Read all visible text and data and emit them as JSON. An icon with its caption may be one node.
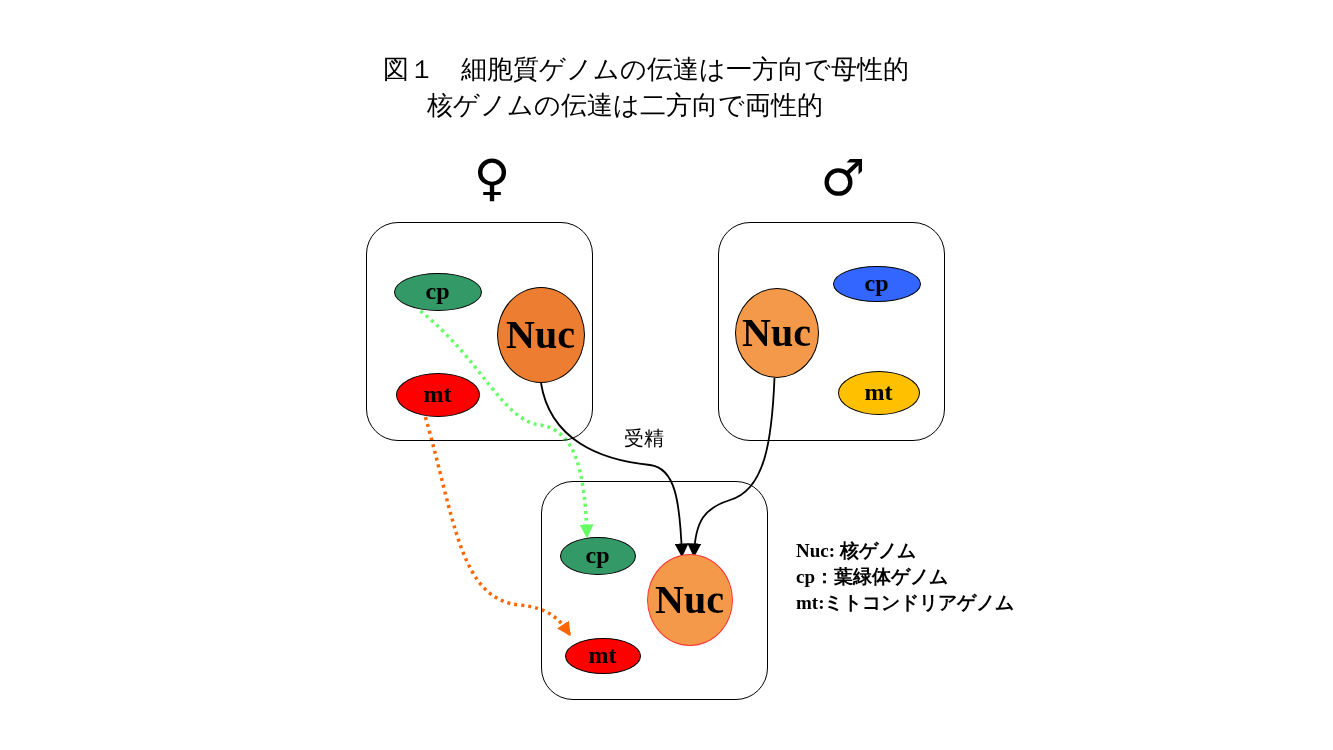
{
  "diagram": {
    "title": "図１　細胞質ゲノムの伝達は一方向で母性的",
    "nodes": [
      {
        "text": [],
        "shape": "box",
        "beside": [
          "♀"
        ]
      },
      {
        "text": [
          "cp"
        ],
        "in": 0
      },
      {
        "text": [
          "Nuc"
        ],
        "in": 0
      },
      {
        "text": [
          "mt"
        ],
        "in": 0
      },
      {
        "text": [],
        "shape": "box",
        "beside": [
          "♂"
        ]
      },
      {
        "text": [
          "cp"
        ],
        "in": 4
      },
      {
        "text": [
          "Nuc"
        ],
        "in": 4
      },
      {
        "text": [
          "mt"
        ],
        "in": 4
      },
      {
        "text": [],
        "shape": "box"
      },
      {
        "text": [
          "cp"
        ],
        "in": 8
      },
      {
        "text": [
          "Nuc"
        ],
        "in": 8
      },
      {
        "text": [
          "mt"
        ],
        "in": 8
      }
    ],
    "edges": [
      {
        "from": 1,
        "to": 9,
        "arrow": "to",
        "style": "dashed",
        "color": "#66ff66"
      },
      {
        "from": 3,
        "to": 11,
        "arrow": "to",
        "style": "dashed",
        "color": "#ff6600"
      },
      {
        "from": 2,
        "to": 10,
        "arrow": "to"
      },
      {
        "from": 6,
        "to": 10,
        "arrow": "to"
      }
    ],
    "labels": [
      "核ゲノムの伝達は二方向で両性的",
      "受精",
      "Nuc: 核ゲノム",
      "cp：葉緑体ゲノム",
      "mt:ミトコンドリアゲノム"
    ]
  }
}
